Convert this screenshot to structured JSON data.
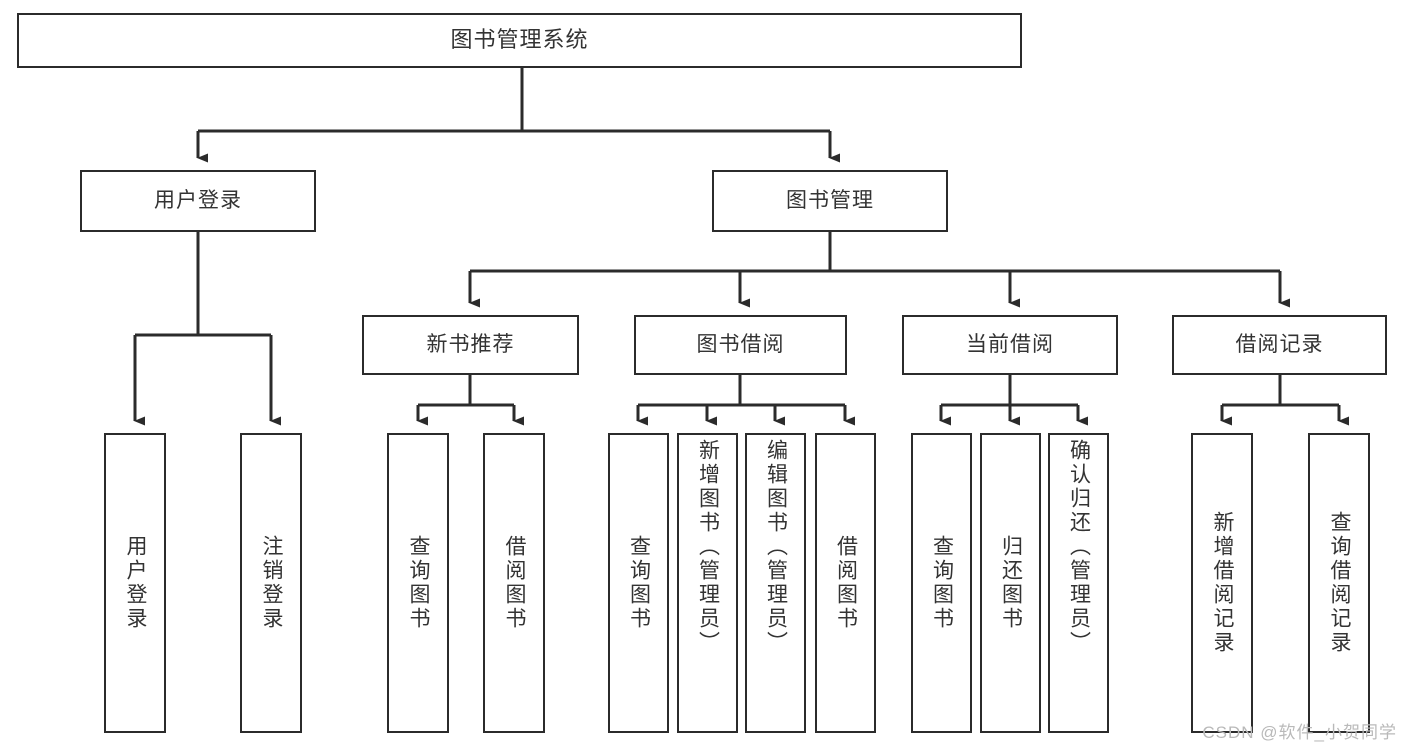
{
  "diagram": {
    "title": "图书管理系统",
    "watermark": "CSDN @软件_小贺同学",
    "colors": {
      "box_border": "#2b2b2b",
      "box_fill": "#ffffff",
      "line": "#2b2b2b",
      "text": "#333333",
      "watermark": "#b9b9b9"
    },
    "root": {
      "label": "图书管理系统"
    },
    "level2": [
      {
        "label": "用户登录"
      },
      {
        "label": "图书管理"
      }
    ],
    "level3": [
      {
        "label": "新书推荐"
      },
      {
        "label": "图书借阅"
      },
      {
        "label": "当前借阅"
      },
      {
        "label": "借阅记录"
      }
    ],
    "leaves": {
      "user_login": [
        {
          "label": "用户登录"
        },
        {
          "label": "注销登录"
        }
      ],
      "new_book_recommend": [
        {
          "label": "查询图书"
        },
        {
          "label": "借阅图书"
        }
      ],
      "book_borrow": [
        {
          "label": "查询图书"
        },
        {
          "label": "新增图书（管理员）"
        },
        {
          "label": "编辑图书（管理员）"
        },
        {
          "label": "借阅图书"
        }
      ],
      "current_borrow": [
        {
          "label": "查询图书"
        },
        {
          "label": "归还图书"
        },
        {
          "label": "确认归还（管理员）"
        }
      ],
      "borrow_records": [
        {
          "label": "新增借阅记录"
        },
        {
          "label": "查询借阅记录"
        }
      ]
    }
  }
}
